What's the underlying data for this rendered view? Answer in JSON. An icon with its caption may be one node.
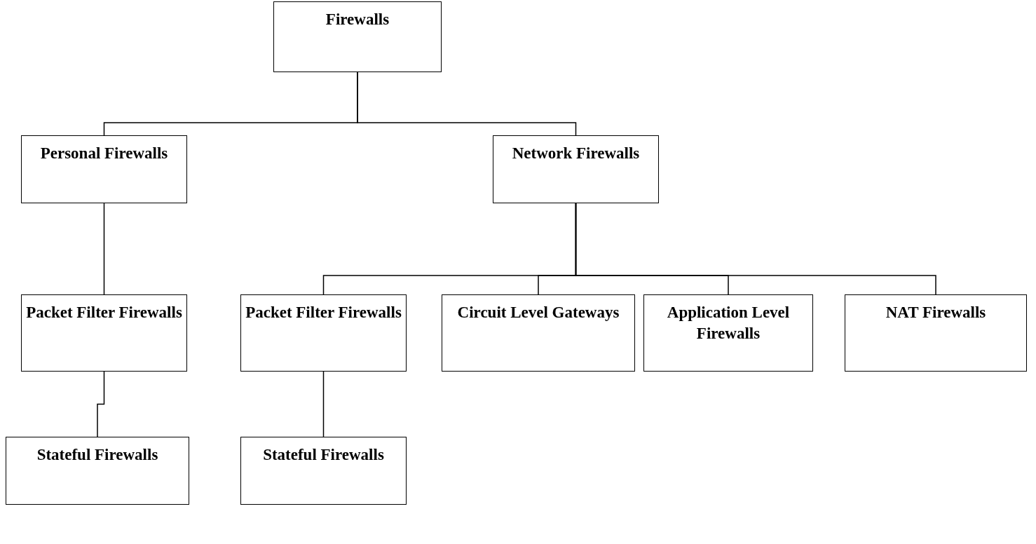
{
  "diagram": {
    "nodes": [
      {
        "text": [
          "Firewalls"
        ]
      },
      {
        "text": [
          "Personal Firewalls"
        ]
      },
      {
        "text": [
          "Network Firewalls"
        ]
      },
      {
        "text": [
          "Packet Filter Firewalls"
        ]
      },
      {
        "text": [
          "Packet Filter Firewalls"
        ]
      },
      {
        "text": [
          "Circuit Level Gateways"
        ]
      },
      {
        "text": [
          "Application Level Firewalls"
        ]
      },
      {
        "text": [
          "NAT Firewalls"
        ]
      },
      {
        "text": [
          "Stateful Firewalls"
        ]
      },
      {
        "text": [
          "Stateful Firewalls"
        ]
      }
    ],
    "edges": [
      {
        "from": 0,
        "to": 1,
        "arrow": "none"
      },
      {
        "from": 0,
        "to": 2,
        "arrow": "none"
      },
      {
        "from": 1,
        "to": 3,
        "arrow": "none"
      },
      {
        "from": 2,
        "to": 4,
        "arrow": "none"
      },
      {
        "from": 2,
        "to": 5,
        "arrow": "none"
      },
      {
        "from": 2,
        "to": 6,
        "arrow": "none"
      },
      {
        "from": 2,
        "to": 7,
        "arrow": "none"
      },
      {
        "from": 3,
        "to": 8,
        "arrow": "none"
      },
      {
        "from": 4,
        "to": 9,
        "arrow": "none"
      }
    ]
  }
}
